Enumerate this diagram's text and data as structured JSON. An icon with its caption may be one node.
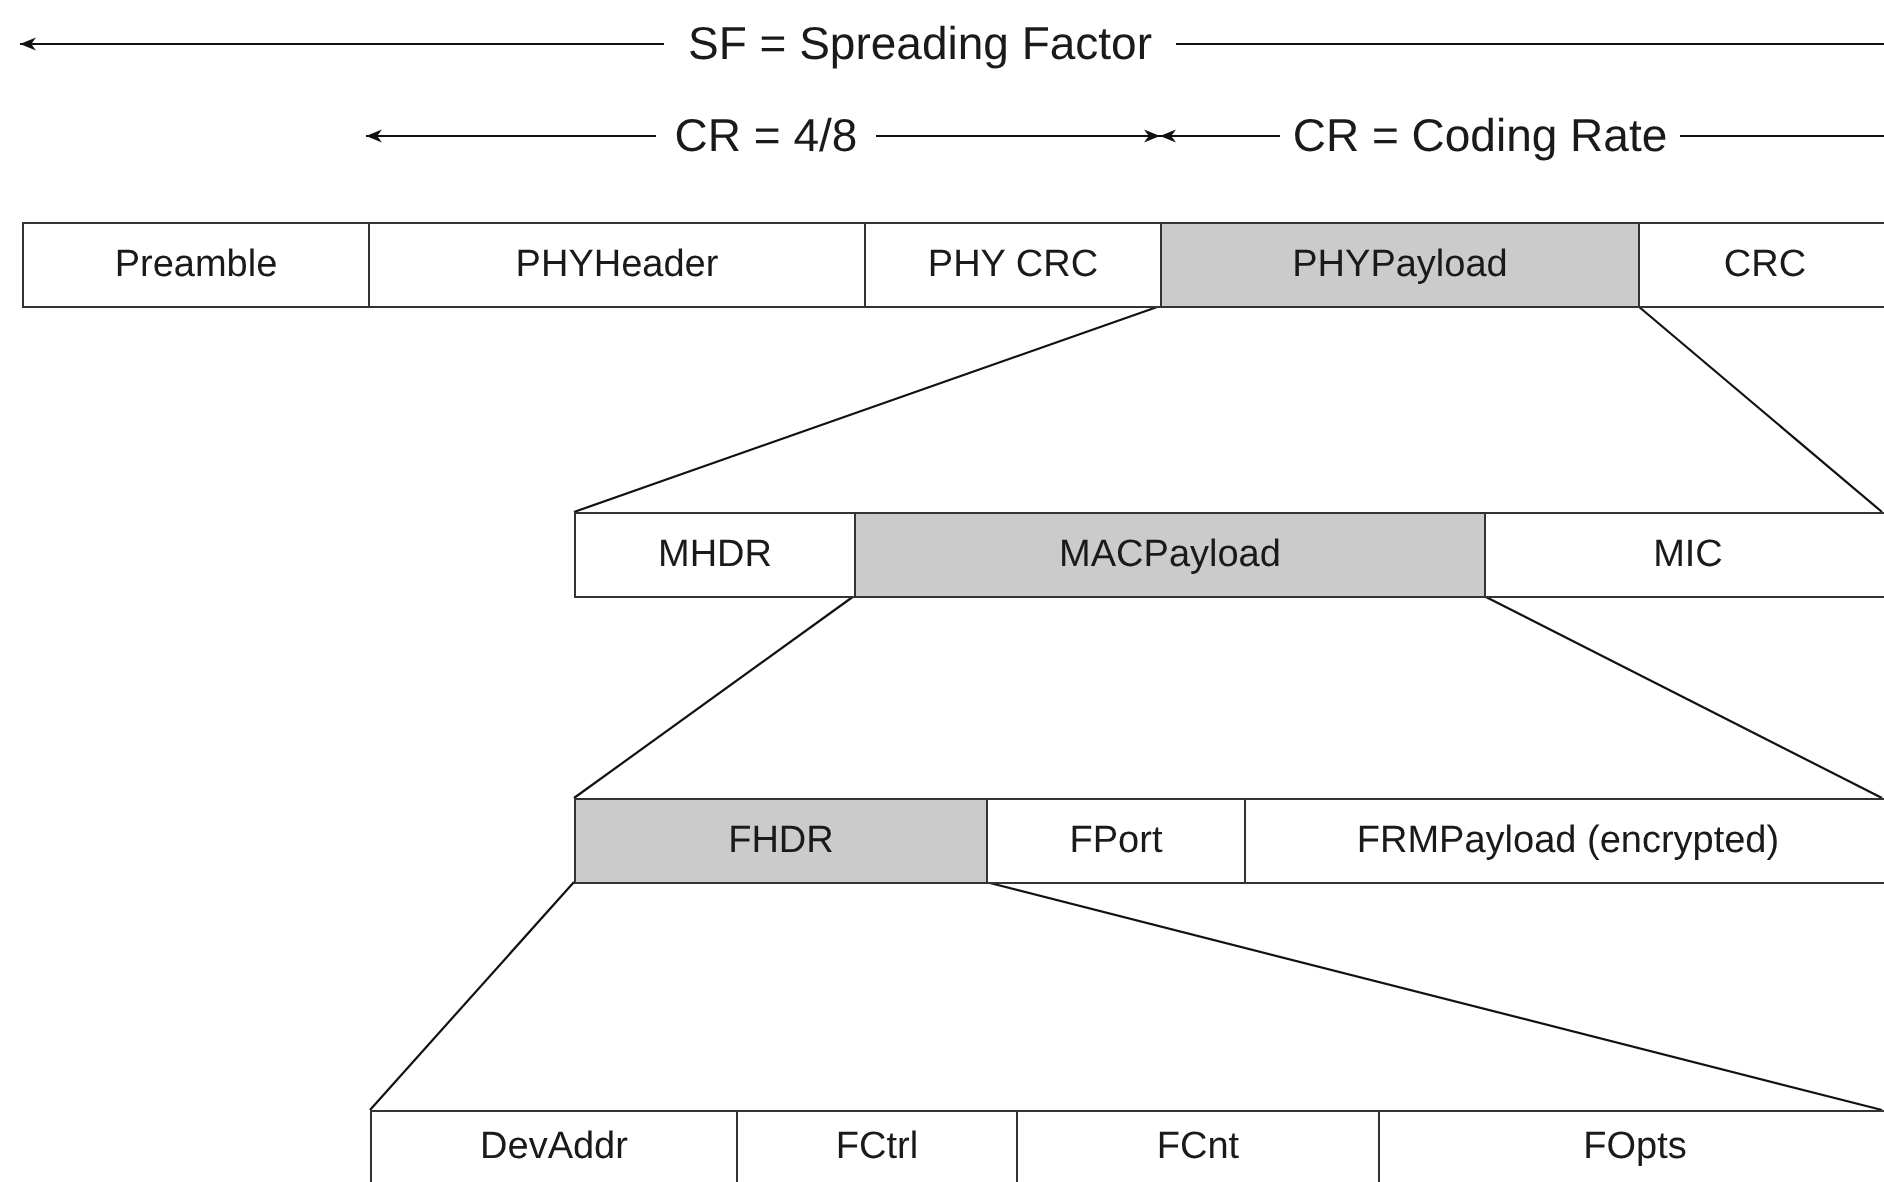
{
  "diagram": {
    "nodes": [
      {
        "text": [
          "Preamble"
        ]
      },
      {
        "text": [
          "PHYHeader"
        ]
      },
      {
        "text": [
          "PHY CRC"
        ]
      },
      {
        "text": [
          "PHYPayload"
        ]
      },
      {
        "text": [
          "CRC"
        ]
      },
      {
        "text": [
          "MHDR"
        ]
      },
      {
        "text": [
          "MACPayload"
        ]
      },
      {
        "text": [
          "MIC"
        ]
      },
      {
        "text": [
          "FHDR"
        ]
      },
      {
        "text": [
          "FPort"
        ]
      },
      {
        "text": [
          "FRMPayload (encrypted)"
        ]
      },
      {
        "text": [
          "DevAddr"
        ]
      },
      {
        "text": [
          "FCtrl"
        ]
      },
      {
        "text": [
          "FCnt"
        ]
      },
      {
        "text": [
          "FOpts"
        ]
      }
    ],
    "edges": [
      {
        "from": 3,
        "to": 5,
        "arrow": "none"
      },
      {
        "from": 3,
        "to": 7,
        "arrow": "none"
      },
      {
        "from": 6,
        "to": 8,
        "arrow": "none"
      },
      {
        "from": 6,
        "to": 10,
        "arrow": "none"
      },
      {
        "from": 8,
        "to": 11,
        "arrow": "none"
      },
      {
        "from": 8,
        "to": 14,
        "arrow": "none"
      }
    ],
    "labels": [
      "SF = Spreading Factor",
      "CR = 4/8",
      "CR = Coding Rate"
    ]
  }
}
